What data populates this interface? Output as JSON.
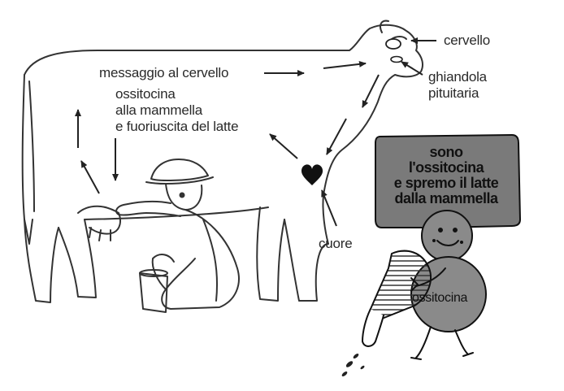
{
  "labels": {
    "cervello": "cervello",
    "ghiandola": [
      "ghiandola",
      "pituitaria"
    ],
    "messaggio": "messaggio al cervello",
    "ossitocina_mammella": [
      "ossitocina",
      "alla mammella",
      "e fuoriuscita del latte"
    ],
    "cuore": "cuore"
  },
  "speech_bubble": {
    "lines": [
      "sono",
      "l'ossitocina",
      "e spremo il latte",
      "dalla mammella"
    ],
    "fill_color": "#7a7a7a"
  },
  "character": {
    "label": "ossitocina"
  }
}
